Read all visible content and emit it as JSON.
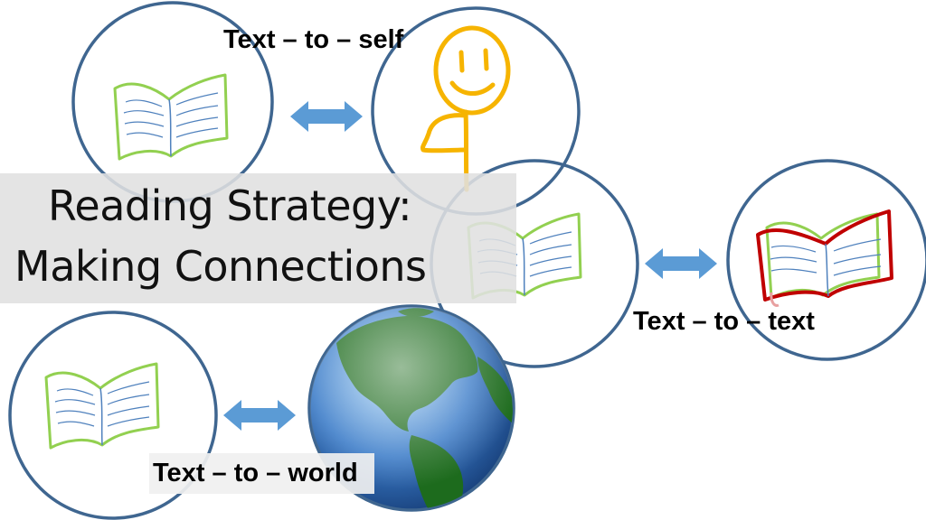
{
  "slide": {
    "title_line_1": "Reading Strategy:",
    "title_line_2": "Making Connections",
    "connections": [
      {
        "label": "Text – to – self",
        "pair": [
          "open-book-icon",
          "smiley-stick-figure-icon"
        ]
      },
      {
        "label": "Text – to – text",
        "pair": [
          "open-book-icon",
          "open-book-red-outline-icon"
        ]
      },
      {
        "label": "Text – to – world",
        "pair": [
          "open-book-icon",
          "globe-icon"
        ]
      }
    ]
  },
  "colors": {
    "circle_stroke": "#3f6690",
    "arrow_fill": "#5b9bd5",
    "book_outline": "#92d050",
    "book_lines": "#4f81bd",
    "smiley": "#f6b400",
    "red_book_outline": "#c00000",
    "globe_ocean": "#3a7bc8",
    "globe_land": "#1d6b1d"
  }
}
